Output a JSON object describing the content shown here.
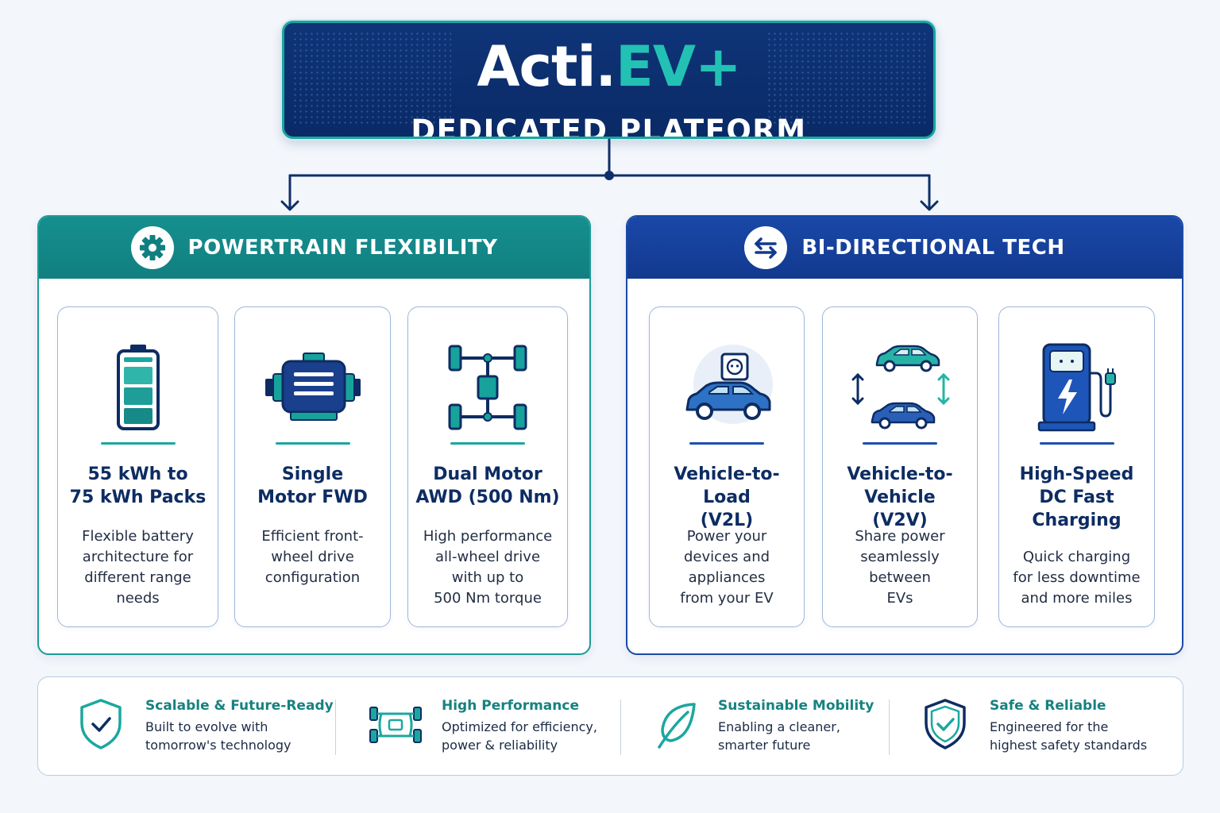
{
  "title": {
    "brand_main": "Acti.",
    "brand_accent": "EV+",
    "subtitle": "DEDICATED PLATFORM"
  },
  "colors": {
    "teal": "#168f8f",
    "navy": "#0f3478",
    "blue": "#1a48a8",
    "accent": "#22c1b4"
  },
  "powertrain": {
    "heading": "POWERTRAIN FLEXIBILITY",
    "icon": "gear-icon",
    "cards": [
      {
        "icon": "battery-icon",
        "title": "55 kWh to\n75 kWh Packs",
        "desc": "Flexible battery\narchitecture for\ndifferent range\nneeds"
      },
      {
        "icon": "motor-icon",
        "title": "Single\nMotor FWD",
        "desc": "Efficient front-\nwheel drive\nconfiguration"
      },
      {
        "icon": "chassis-icon",
        "title": "Dual Motor\nAWD (500 Nm)",
        "desc": "High performance\nall-wheel drive\nwith up to\n500 Nm torque"
      }
    ]
  },
  "bidirectional": {
    "heading": "BI-DIRECTIONAL TECH",
    "icon": "swap-arrows-icon",
    "cards": [
      {
        "icon": "car-outlet-icon",
        "title": "Vehicle-to-Load\n(V2L)",
        "desc": "Power your\ndevices and\nappliances\nfrom your EV"
      },
      {
        "icon": "car-to-car-icon",
        "title": "Vehicle-to-Vehicle\n(V2V)",
        "desc": "Share power\nseamlessly\nbetween\nEVs"
      },
      {
        "icon": "charging-station-icon",
        "title": "High-Speed\nDC Fast\nCharging",
        "desc": "Quick charging\nfor less downtime\nand more miles"
      }
    ]
  },
  "footer": [
    {
      "icon": "shield-check-icon",
      "title": "Scalable & Future-Ready",
      "desc": "Built to evolve with\ntomorrow's technology"
    },
    {
      "icon": "chassis-icon",
      "title": "High Performance",
      "desc": "Optimized for efficiency,\npower & reliability"
    },
    {
      "icon": "leaf-icon",
      "title": "Sustainable Mobility",
      "desc": "Enabling a cleaner,\nsmarter future"
    },
    {
      "icon": "shield-check-icon",
      "title": "Safe & Reliable",
      "desc": "Engineered for the\nhighest safety standards"
    }
  ]
}
